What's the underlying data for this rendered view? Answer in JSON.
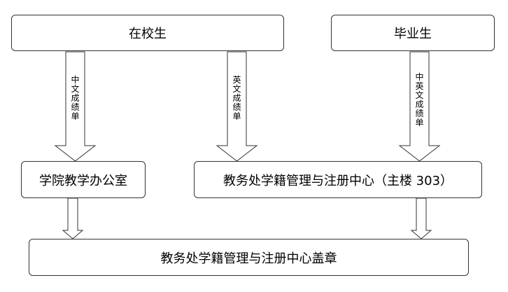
{
  "boxes": {
    "current_students": "在校生",
    "graduates": "毕业生",
    "college_office": "学院教学办公室",
    "registrar_office": "教务处学籍管理与注册中心（主楼 303）",
    "registrar_stamp": "教务处学籍管理与注册中心盖章"
  },
  "arrows": {
    "chinese_transcript": "中文成绩单",
    "english_transcript": "英文成绩单",
    "bilingual_transcript": "中英文成绩单"
  }
}
